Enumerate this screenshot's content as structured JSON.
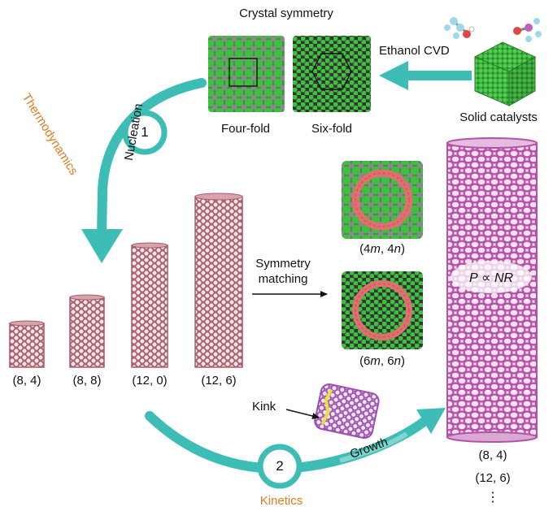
{
  "labels": {
    "crystal_symmetry": "Crystal symmetry",
    "four_fold": "Four-fold",
    "six_fold": "Six-fold",
    "ethanol_cvd": "Ethanol CVD",
    "solid_catalysts": "Solid catalysts",
    "thermodynamics": "Thermodynamics",
    "nucleation": "Nucleation",
    "step1": "1",
    "step2": "2",
    "kinetics": "Kinetics",
    "growth": "Growth",
    "kink": "Kink",
    "symmetry_matching_1": "Symmetry",
    "symmetry_matching_2": "matching",
    "match_4_a": "(4",
    "match_4_m": "m",
    "match_4_b": ", 4",
    "match_4_n": "n",
    "match_4_c": ")",
    "match_6_a": "(6",
    "match_6_m": "m",
    "match_6_b": ", 6",
    "match_6_n": "n",
    "match_6_c": ")",
    "rate_p": "P",
    "rate_prop": " ∝ ",
    "rate_nr": "NR",
    "tube_8_4": "(8, 4)",
    "tube_8_8": "(8, 8)",
    "tube_12_0": "(12, 0)",
    "tube_12_6": "(12, 6)",
    "big_8_4": "(8, 4)",
    "big_12_6": "(12, 6)",
    "ellipsis": "⋮"
  },
  "colors": {
    "teal": "#3dbdb5",
    "orange": "#e07a1f",
    "tube_pink": "#c97b88",
    "tube_magenta": "#c060b8",
    "catalyst_green": "#3fbf3f",
    "catalyst_grey": "#7f7f7f",
    "ring_red": "#e07070",
    "kink_yellow": "#e8e040"
  },
  "icons": [
    "ethanol-molecule-icon",
    "catalyst-cube-icon"
  ]
}
